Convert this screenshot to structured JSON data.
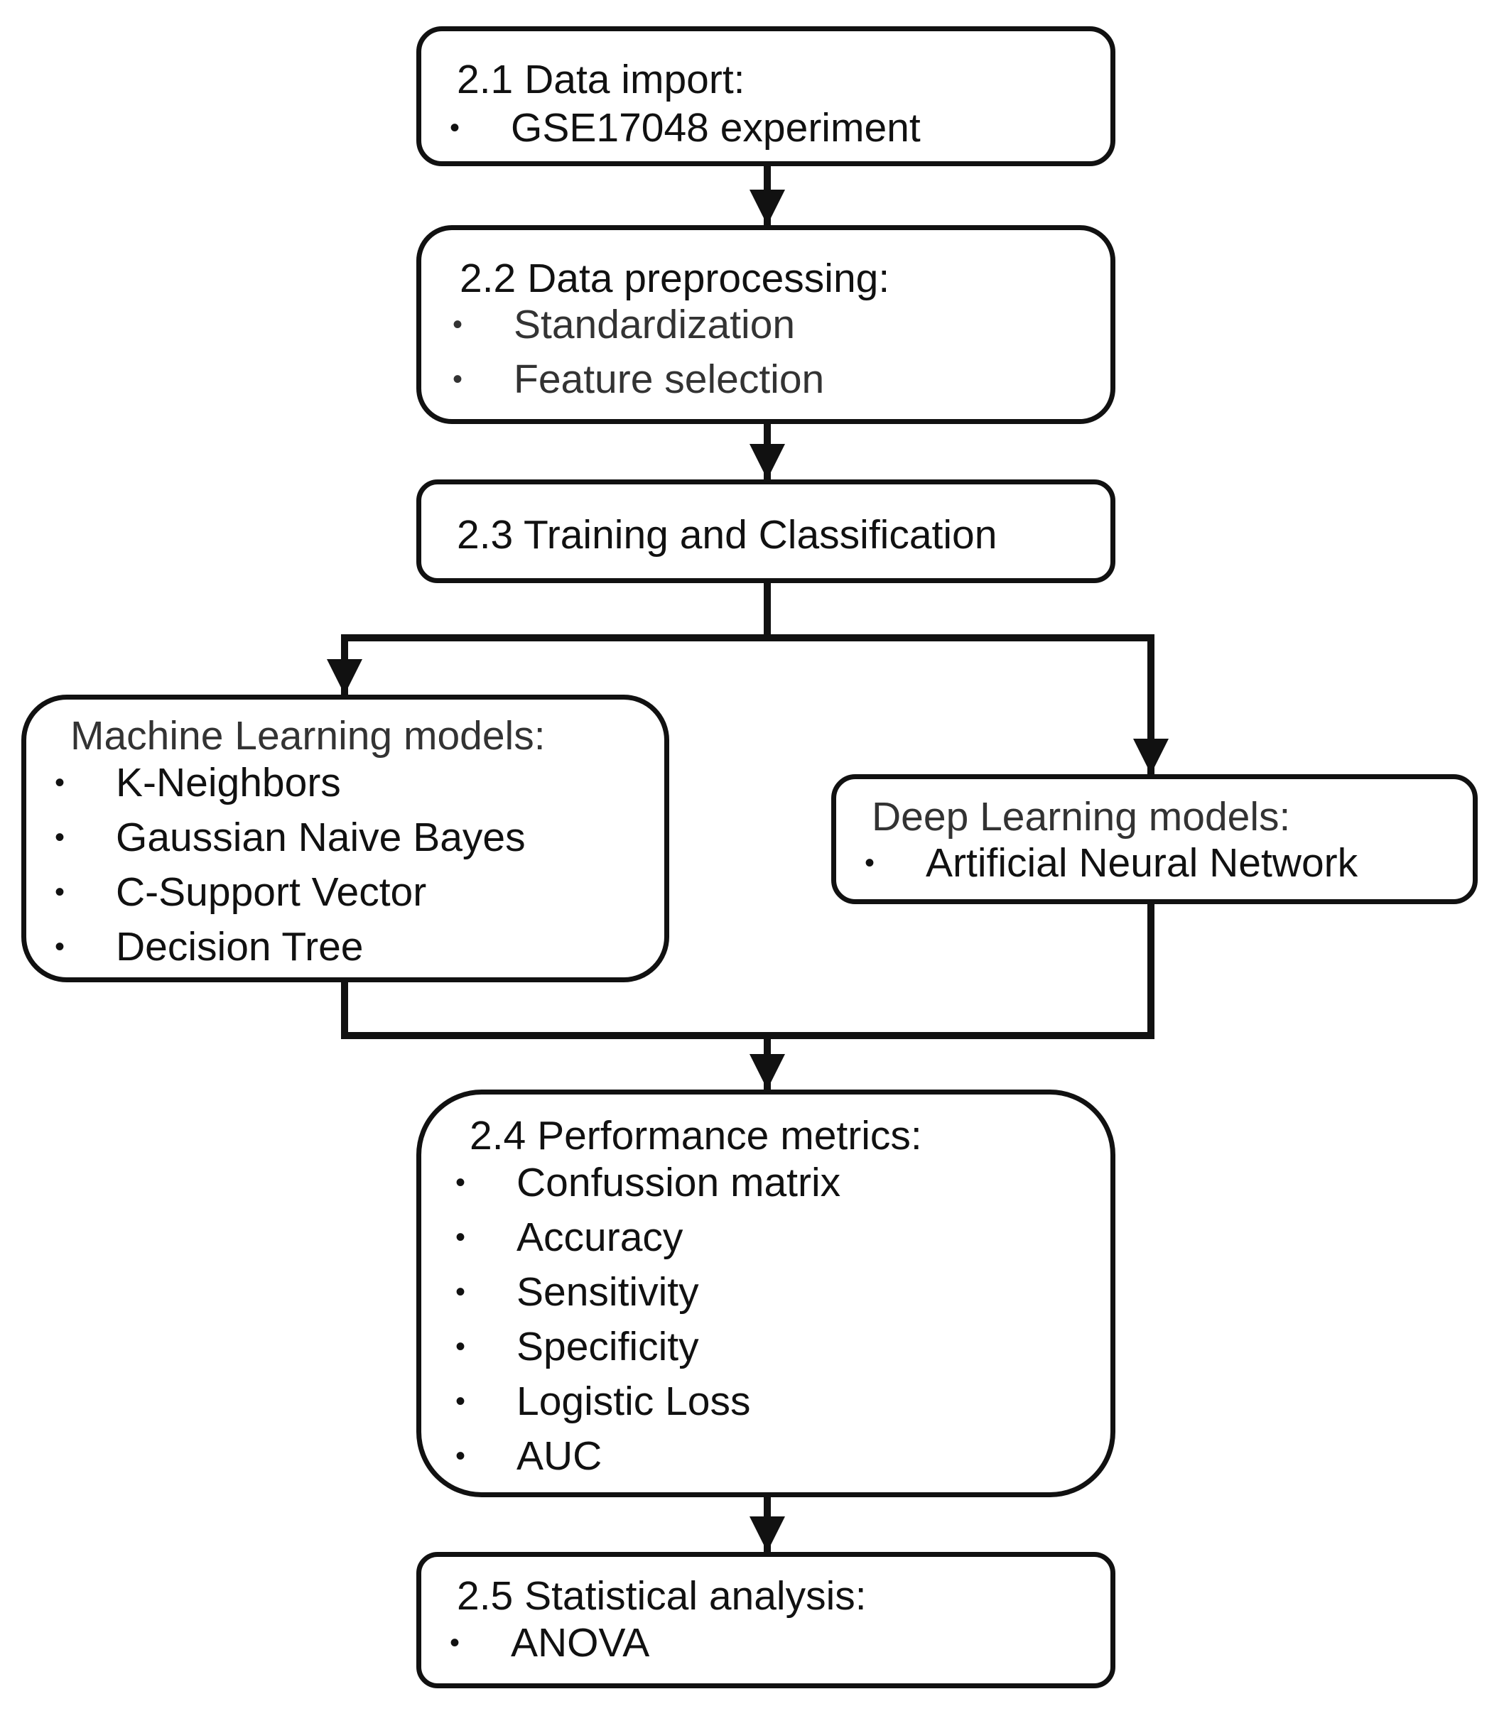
{
  "diagram": {
    "data_import": {
      "title": "2.1 Data import:",
      "items": [
        "GSE17048 experiment"
      ]
    },
    "data_preprocessing": {
      "title": "2.2 Data preprocessing:",
      "items": [
        "Standardization",
        "Feature selection"
      ]
    },
    "training": {
      "title": "2.3 Training and Classification"
    },
    "ml_models": {
      "title": "Machine Learning models:",
      "items": [
        "K-Neighbors",
        "Gaussian Naive Bayes",
        "C-Support Vector",
        "Decision Tree"
      ]
    },
    "dl_models": {
      "title": "Deep Learning models:",
      "items": [
        "Artificial Neural Network"
      ]
    },
    "performance": {
      "title": "2.4 Performance metrics:",
      "items": [
        "Confussion matrix",
        "Accuracy",
        "Sensitivity",
        "Specificity",
        "Logistic Loss",
        "AUC"
      ]
    },
    "statistics": {
      "title": "2.5 Statistical analysis:",
      "items": [
        "ANOVA"
      ]
    },
    "bullet_symbol": "•",
    "line_color": "#111111"
  }
}
